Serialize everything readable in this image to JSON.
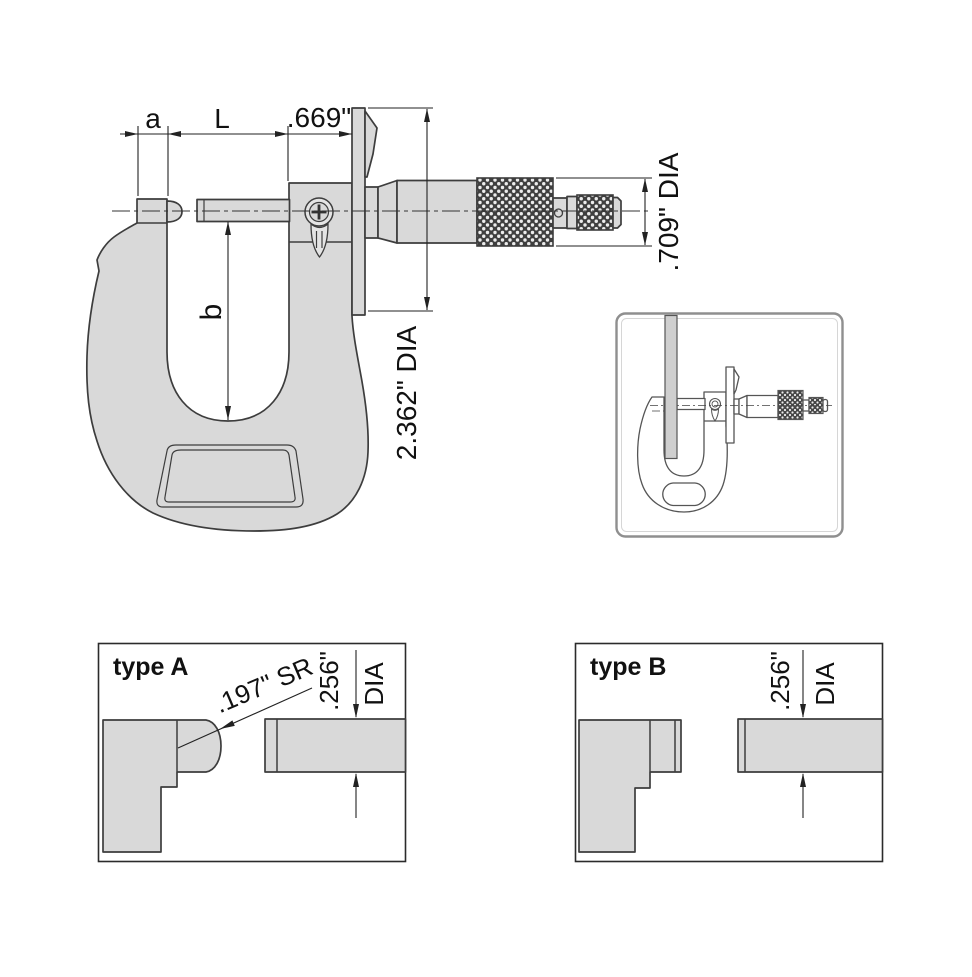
{
  "drawing": {
    "labels": {
      "a": "a",
      "L": "L",
      "flange_offset": ".669\"",
      "flange_dia": "2.362\" DIA",
      "thimble_dia": ".709\" DIA",
      "depth": "b"
    },
    "type_a": {
      "title": "type A",
      "anvil_sr": ".197\" SR",
      "dia_value": ".256\"",
      "dia_word": "DIA"
    },
    "type_b": {
      "title": "type B",
      "dia_value": ".256\"",
      "dia_word": "DIA"
    },
    "colors": {
      "metal": "#d9d9d9",
      "outline": "#3d3d3d",
      "dim_line": "#222222",
      "knurl_base": "#3f3f3f",
      "inset_border": "#8f8f8f"
    }
  }
}
